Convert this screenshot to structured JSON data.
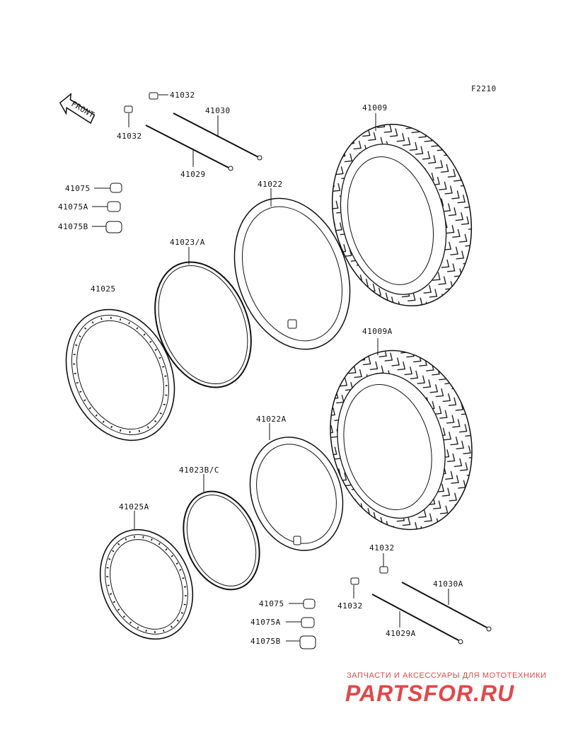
{
  "figure_code": "F2210",
  "front_arrow_text": "FRONT",
  "labels": {
    "p41032_top_right": "41032",
    "p41032_top_left": "41032",
    "p41030": "41030",
    "p41029": "41029",
    "p41009": "41009",
    "p41075": "41075",
    "p41075A": "41075A",
    "p41075B": "41075B",
    "p41022": "41022",
    "p41023A": "41023/A",
    "p41025": "41025",
    "p41009A": "41009A",
    "p41022A": "41022A",
    "p41023BC": "41023B/C",
    "p41025A": "41025A",
    "p41032_low_right": "41032",
    "p41032_low_left": "41032",
    "p41030A": "41030A",
    "p41029A": "41029A",
    "p41075_low": "41075",
    "p41075A_low": "41075A",
    "p41075B_low": "41075B"
  },
  "watermark": {
    "tagline": "ЗАПЧАСТИ И АКСЕССУАРЫ ДЛЯ МОТОТЕХНИКИ",
    "logo": "PARTSFOR.RU",
    "color": "#e04848"
  }
}
